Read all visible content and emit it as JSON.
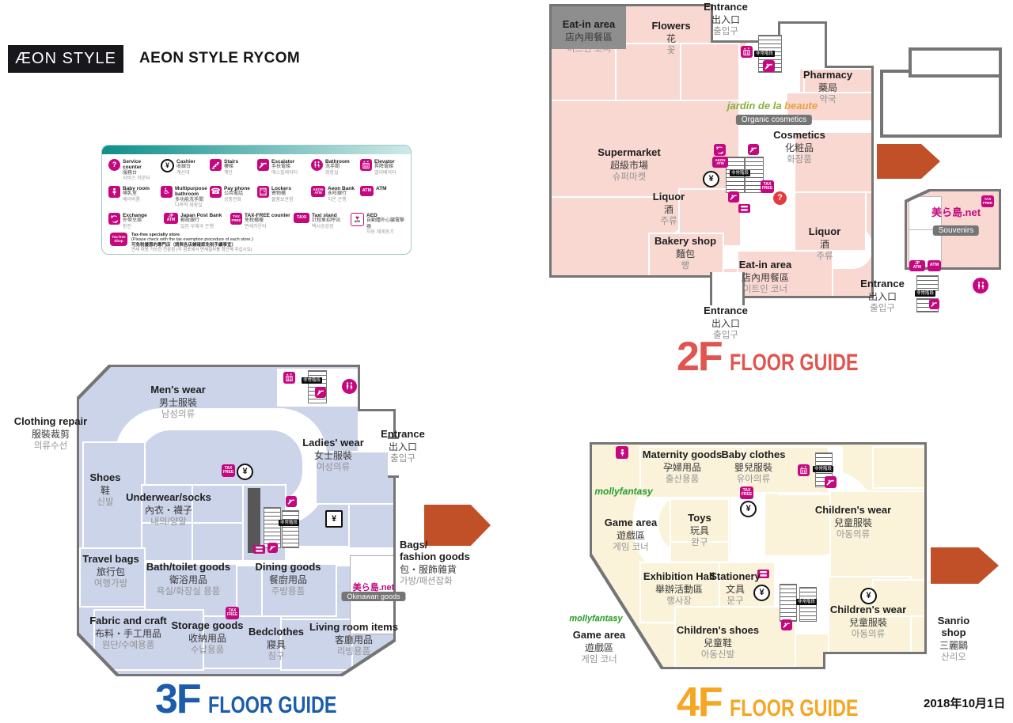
{
  "header": {
    "logo": "ÆON STYLE",
    "title": "AEON STYLE RYCOM"
  },
  "date": "2018年10月1日",
  "icons": {
    "emergency": "非常階段",
    "aeon_atm": "AEON\nATM",
    "atm": "ATM",
    "jp_atm": "JP\nATM",
    "tax_free": "TAX\nFREE",
    "taxi": "TAXI",
    "aed": "AED",
    "taxfree_shop": "Tax-free\nShop",
    "yen": "¥",
    "question": "?",
    "exchange_dollar": "$",
    "exchange_yen": "¥"
  },
  "legend": {
    "items": [
      {
        "en": "Service counter",
        "zh": "服務台",
        "ko": "서비스 카운터"
      },
      {
        "en": "Cashier",
        "zh": "收銀台",
        "ko": "계산대"
      },
      {
        "en": "Stairs",
        "zh": "樓梯",
        "ko": "계단"
      },
      {
        "en": "Escalator",
        "zh": "手扶電梯",
        "ko": "에스컬레이터"
      },
      {
        "en": "Bathroom",
        "zh": "洗手間",
        "ko": "화장실"
      },
      {
        "en": "Elevator",
        "zh": "昇降電梯",
        "ko": "엘리베이터"
      },
      {
        "en": "Baby room",
        "zh": "哺乳室",
        "ko": "베이비룸"
      },
      {
        "en": "Multipurpose bathroom",
        "zh": "多功能洗手間",
        "ko": "다목적 화장실"
      },
      {
        "en": "Pay phone",
        "zh": "公共電話",
        "ko": "공중전화"
      },
      {
        "en": "Lockers",
        "zh": "寄物櫃",
        "ko": "물품보관함"
      },
      {
        "en": "Aeon Bank",
        "zh": "永旺銀行",
        "ko": "이온 은행"
      },
      {
        "en": "ATM",
        "zh": "",
        "ko": ""
      },
      {
        "en": "Exchange",
        "zh": "外幣兌換",
        "ko": "환전"
      },
      {
        "en": "Japan Post Bank",
        "zh": "郵政銀行",
        "ko": "일본 우체국 은행"
      },
      {
        "en": "TAX-FREE counter",
        "zh": "免稅櫃檯",
        "ko": "면세카운터"
      },
      {
        "en": "Taxi stand",
        "zh": "計程車招呼站",
        "ko": "택시승강장"
      },
      {
        "en": "AED",
        "zh": "自動體外心臟電擊器",
        "ko": "자동 제세동기"
      }
    ],
    "note": {
      "en1": "Tax-free specialty store",
      "en2": "(Please check with the tax exemption procedure of each store.)",
      "zh": "可免稅優惠的專門店（請與各店鋪確認免稅手續事宜）",
      "ko": "면세 대응 가능한 전문점 (각 점포에서 면세절차를 확인해 주십시오)"
    }
  },
  "f2": {
    "num": "2F",
    "guide": "FLOOR GUIDE",
    "areas": {
      "eat_in_top": {
        "en": "Eat-in area",
        "zh": "店內用餐區",
        "ko": "이트인 코너"
      },
      "flowers": {
        "en": "Flowers",
        "zh": "花",
        "ko": "꽃"
      },
      "entrance_top": {
        "en": "Entrance",
        "zh": "出入口",
        "ko": "출입구"
      },
      "pharmacy": {
        "en": "Pharmacy",
        "zh": "藥局",
        "ko": "약국"
      },
      "supermarket": {
        "en": "Supermarket",
        "zh": "超級市場",
        "ko": "슈퍼마켓"
      },
      "cosmetics": {
        "en": "Cosmetics",
        "zh": "化粧品",
        "ko": "화장품"
      },
      "liquor_center": {
        "en": "Liquor",
        "zh": "酒",
        "ko": "주류"
      },
      "bakery": {
        "en": "Bakery shop",
        "zh": "麵包",
        "ko": "빵"
      },
      "eat_in_bottom": {
        "en": "Eat-in area",
        "zh": "店內用餐區",
        "ko": "이트인 코너"
      },
      "liquor_right": {
        "en": "Liquor",
        "zh": "酒",
        "ko": "주류"
      },
      "entrance_bottom": {
        "en": "Entrance",
        "zh": "出入口",
        "ko": "출입구"
      },
      "entrance_right": {
        "en": "Entrance",
        "zh": "出入口",
        "ko": "출입구"
      },
      "jardin": {
        "name1": "jardin de la",
        "name2": "beaute",
        "badge": "Organic cosmetics"
      },
      "souvenir": {
        "logo": "美ら島.net",
        "badge": "Souvenirs"
      }
    }
  },
  "f3": {
    "num": "3F",
    "guide": "FLOOR GUIDE",
    "areas": {
      "mens_wear": {
        "en": "Men's wear",
        "zh": "男士服裝",
        "ko": "남성의류"
      },
      "clothing_repair": {
        "en": "Clothing repair",
        "zh": "服裝裁剪",
        "ko": "의류수선"
      },
      "shoes": {
        "en": "Shoes",
        "zh": "鞋",
        "ko": "신발"
      },
      "underwear": {
        "en": "Underwear/socks",
        "zh": "內衣・襪子",
        "ko": "내의/양말"
      },
      "ladies_wear": {
        "en": "Ladies' wear",
        "zh": "女士服裝",
        "ko": "여성의류"
      },
      "entrance_right": {
        "en": "Entrance",
        "zh": "出入口",
        "ko": "출입구"
      },
      "travel_bags": {
        "en": "Travel bags",
        "zh": "旅行包",
        "ko": "여행가방"
      },
      "bath_toilet": {
        "en": "Bath/toilet goods",
        "zh": "衛浴用品",
        "ko": "욕실/화장실 용품"
      },
      "dining": {
        "en": "Dining goods",
        "zh": "餐廚用品",
        "ko": "주방용품"
      },
      "bags_fashion": {
        "en": "Bags/\nfashion goods",
        "zh": "包・服飾雜貨",
        "ko": "가방/패션잡화"
      },
      "okinawan": {
        "logo": "美ら島.net",
        "badge": "Okinawan goods"
      },
      "fabric": {
        "en": "Fabric and craft",
        "zh": "布料・手工用品",
        "ko": "원단/수예용품"
      },
      "storage": {
        "en": "Storage goods",
        "zh": "收納用品",
        "ko": "수납용품"
      },
      "bedclothes": {
        "en": "Bedclothes",
        "zh": "寢具",
        "ko": "침구"
      },
      "living": {
        "en": "Living room items",
        "zh": "客廳用品",
        "ko": "리빙용품"
      }
    }
  },
  "f4": {
    "num": "4F",
    "guide": "FLOOR GUIDE",
    "areas": {
      "maternity": {
        "en": "Maternity goods",
        "zh": "孕婦用品",
        "ko": "출산용품"
      },
      "baby_clothes": {
        "en": "Baby clothes",
        "zh": "嬰兒服裝",
        "ko": "유아의류"
      },
      "game_top": {
        "en": "Game area",
        "zh": "遊戲區",
        "ko": "게임 코너"
      },
      "toys": {
        "en": "Toys",
        "zh": "玩具",
        "ko": "완구"
      },
      "cw_top": {
        "en": "Children's wear",
        "zh": "兒童服裝",
        "ko": "아동의류"
      },
      "exhibition": {
        "en": "Exhibition Hall",
        "zh": "舉辦活動區",
        "ko": "행사장"
      },
      "stationery": {
        "en": "Stationery",
        "zh": "文具",
        "ko": "문구"
      },
      "c_shoes": {
        "en": "Children's shoes",
        "zh": "兒童鞋",
        "ko": "아동신발"
      },
      "cw_bottom": {
        "en": "Children's wear",
        "zh": "兒童服裝",
        "ko": "아동의류"
      },
      "game_bottom": {
        "en": "Game area",
        "zh": "遊戲區",
        "ko": "게임 코너"
      },
      "sanrio": {
        "en": "Sanrio shop",
        "zh": "三麗鷗",
        "ko": "산리오"
      },
      "molly": "mollyfantasy"
    }
  }
}
